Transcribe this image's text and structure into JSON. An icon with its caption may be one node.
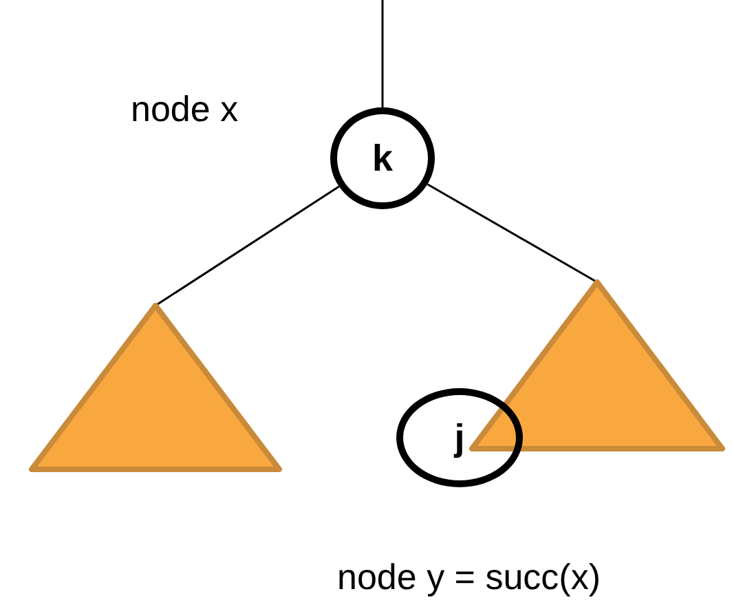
{
  "diagram": {
    "nodes": [
      {
        "text": [
          "k"
        ],
        "beside": [
          "node x"
        ]
      },
      {
        "text": [],
        "shape": "triangle"
      },
      {
        "text": [],
        "shape": "triangle"
      },
      {
        "text": [
          "j"
        ]
      }
    ],
    "edges": [
      {
        "from": null,
        "to": 0,
        "arrow": "none"
      },
      {
        "from": 0,
        "to": 1,
        "arrow": "none"
      },
      {
        "from": 0,
        "to": 2,
        "arrow": "none"
      }
    ],
    "labels": [
      "node y = succ(x)"
    ]
  }
}
